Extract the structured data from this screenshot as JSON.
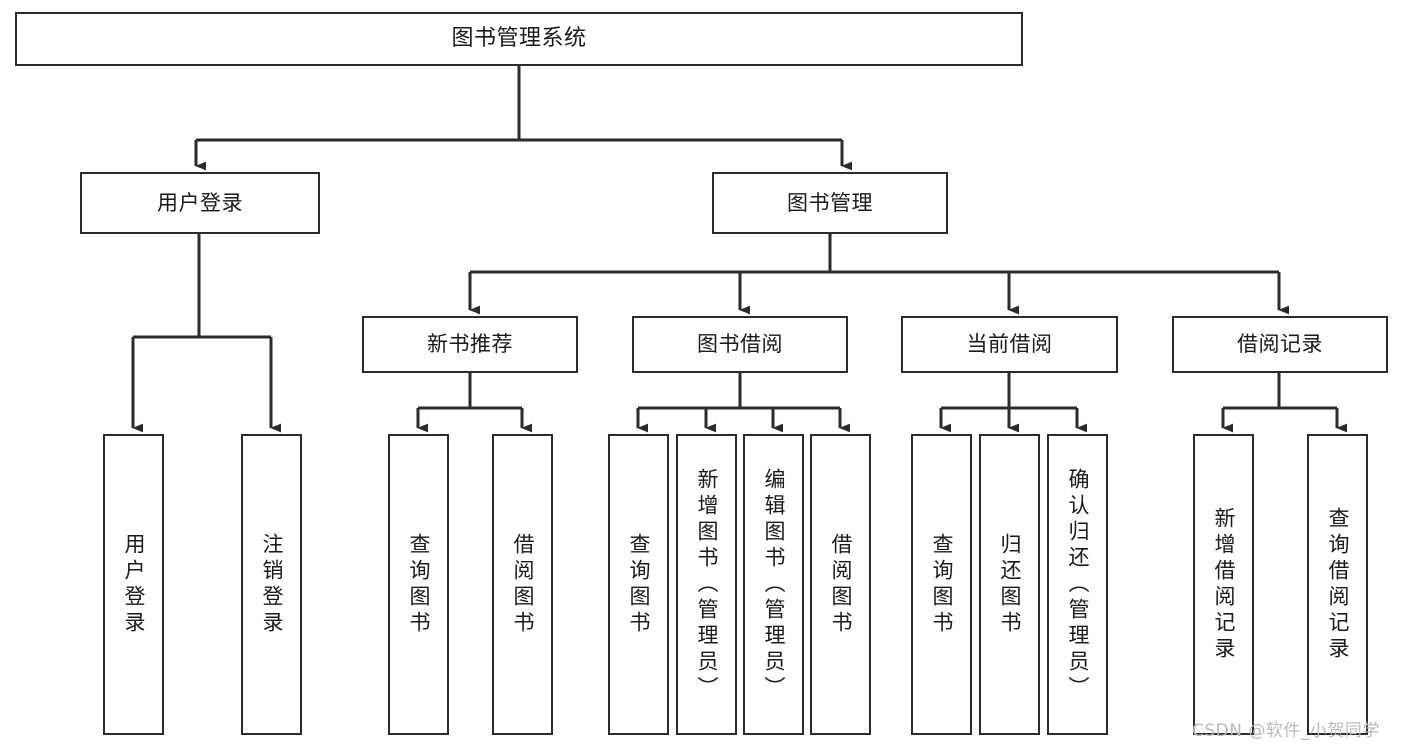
{
  "diagram": {
    "title": "图书管理系统",
    "type": "tree",
    "background_color": "#ffffff",
    "box_border_color": "#2b2b2b",
    "box_fill_color": "#ffffff",
    "text_color": "#1a1a1a",
    "edge_color": "#2b2b2b"
  },
  "nodes": {
    "root": {
      "label": "图书管理系统",
      "orientation": "horizontal"
    },
    "user_login": {
      "label": "用户登录",
      "orientation": "horizontal"
    },
    "book_manage": {
      "label": "图书管理",
      "orientation": "horizontal"
    },
    "new_book_rec": {
      "label": "新书推荐",
      "orientation": "horizontal"
    },
    "book_borrow": {
      "label": "图书借阅",
      "orientation": "horizontal"
    },
    "current_borrow": {
      "label": "当前借阅",
      "orientation": "horizontal"
    },
    "borrow_record": {
      "label": "借阅记录",
      "orientation": "horizontal"
    },
    "leaf_user_login": {
      "label": "用户登录",
      "orientation": "vertical"
    },
    "leaf_logout": {
      "label": "注销登录",
      "orientation": "vertical"
    },
    "leaf_query_book_1": {
      "label": "查询图书",
      "orientation": "vertical"
    },
    "leaf_borrow_book_1": {
      "label": "借阅图书",
      "orientation": "vertical"
    },
    "leaf_query_book_2": {
      "label": "查询图书",
      "orientation": "vertical"
    },
    "leaf_add_book": {
      "label": "新增图书（管理员）",
      "orientation": "vertical"
    },
    "leaf_edit_book": {
      "label": "编辑图书（管理员）",
      "orientation": "vertical"
    },
    "leaf_borrow_book_2": {
      "label": "借阅图书",
      "orientation": "vertical"
    },
    "leaf_query_book_3": {
      "label": "查询图书",
      "orientation": "vertical"
    },
    "leaf_return_book": {
      "label": "归还图书",
      "orientation": "vertical"
    },
    "leaf_confirm_return": {
      "label": "确认归还（管理员）",
      "orientation": "vertical"
    },
    "leaf_add_record": {
      "label": "新增借阅记录",
      "orientation": "vertical"
    },
    "leaf_query_record": {
      "label": "查询借阅记录",
      "orientation": "vertical"
    }
  },
  "edges": [
    {
      "from": "root",
      "to": "user_login"
    },
    {
      "from": "root",
      "to": "book_manage"
    },
    {
      "from": "user_login",
      "to": "leaf_user_login"
    },
    {
      "from": "user_login",
      "to": "leaf_logout"
    },
    {
      "from": "book_manage",
      "to": "new_book_rec"
    },
    {
      "from": "book_manage",
      "to": "book_borrow"
    },
    {
      "from": "book_manage",
      "to": "current_borrow"
    },
    {
      "from": "book_manage",
      "to": "borrow_record"
    },
    {
      "from": "new_book_rec",
      "to": "leaf_query_book_1"
    },
    {
      "from": "new_book_rec",
      "to": "leaf_borrow_book_1"
    },
    {
      "from": "book_borrow",
      "to": "leaf_query_book_2"
    },
    {
      "from": "book_borrow",
      "to": "leaf_add_book"
    },
    {
      "from": "book_borrow",
      "to": "leaf_edit_book"
    },
    {
      "from": "book_borrow",
      "to": "leaf_borrow_book_2"
    },
    {
      "from": "current_borrow",
      "to": "leaf_query_book_3"
    },
    {
      "from": "current_borrow",
      "to": "leaf_return_book"
    },
    {
      "from": "current_borrow",
      "to": "leaf_confirm_return"
    },
    {
      "from": "borrow_record",
      "to": "leaf_add_record"
    },
    {
      "from": "borrow_record",
      "to": "leaf_query_record"
    }
  ],
  "watermark": {
    "text": "CSDN @软件_小贺同学"
  }
}
